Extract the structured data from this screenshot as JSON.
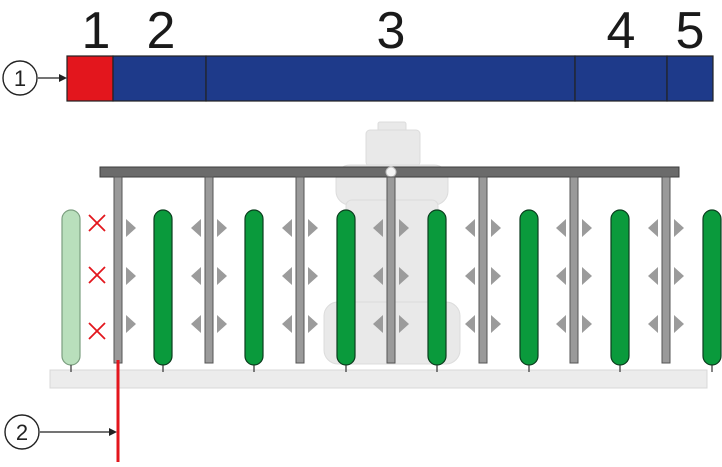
{
  "section_numbers": [
    "1",
    "2",
    "3",
    "4",
    "5"
  ],
  "sections": [
    {
      "label": "1",
      "state": "off",
      "color": "#e3161d"
    },
    {
      "label": "2",
      "state": "on",
      "color": "#1e3a8a"
    },
    {
      "label": "3",
      "state": "on",
      "color": "#1e3a8a"
    },
    {
      "label": "4",
      "state": "on",
      "color": "#1e3a8a"
    },
    {
      "label": "5",
      "state": "on",
      "color": "#1e3a8a"
    }
  ],
  "callouts": [
    {
      "label": "1",
      "target": "section-bar"
    },
    {
      "label": "2",
      "target": "section-boundary-line"
    }
  ],
  "colors": {
    "section_off": "#e3161d",
    "section_on": "#1e3a8a",
    "row_active": "#0a9a3c",
    "row_inactive": "#b9dfbc",
    "boom": "#6b6b6b",
    "nozzle": "#9a9a9a",
    "marker_x": "#e3161d",
    "boundary_line": "#e3161d",
    "tractor": "#e6e6e6"
  },
  "crop_rows": [
    {
      "state": "inactive"
    },
    {
      "state": "active"
    },
    {
      "state": "active"
    },
    {
      "state": "active"
    },
    {
      "state": "active"
    },
    {
      "state": "active"
    },
    {
      "state": "active"
    },
    {
      "state": "active"
    }
  ],
  "icons": [
    "arrow-icon",
    "x-marker-icon",
    "spray-triangle-icon"
  ]
}
